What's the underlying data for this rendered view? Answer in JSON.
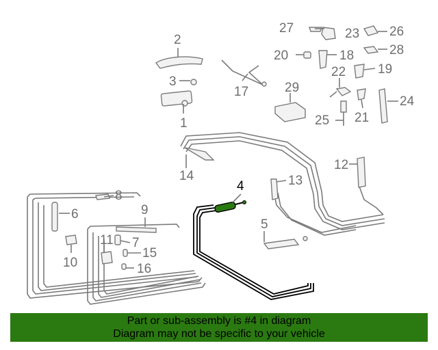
{
  "diagram": {
    "highlight_color": "#2b7a11",
    "line_color": "#7a7a7a",
    "callouts": [
      {
        "id": "c1",
        "text": "1"
      },
      {
        "id": "c2",
        "text": "2"
      },
      {
        "id": "c3",
        "text": "3"
      },
      {
        "id": "c4",
        "text": "4",
        "highlighted": true
      },
      {
        "id": "c5",
        "text": "5"
      },
      {
        "id": "c6",
        "text": "6"
      },
      {
        "id": "c7",
        "text": "7"
      },
      {
        "id": "c8",
        "text": "8"
      },
      {
        "id": "c9",
        "text": "9"
      },
      {
        "id": "c10",
        "text": "10"
      },
      {
        "id": "c11",
        "text": "11"
      },
      {
        "id": "c12",
        "text": "12"
      },
      {
        "id": "c13",
        "text": "13"
      },
      {
        "id": "c14",
        "text": "14"
      },
      {
        "id": "c15",
        "text": "15"
      },
      {
        "id": "c16",
        "text": "16"
      },
      {
        "id": "c17",
        "text": "17"
      },
      {
        "id": "c18",
        "text": "18"
      },
      {
        "id": "c19",
        "text": "19"
      },
      {
        "id": "c20",
        "text": "20"
      },
      {
        "id": "c21",
        "text": "21"
      },
      {
        "id": "c22",
        "text": "22"
      },
      {
        "id": "c23",
        "text": "23"
      },
      {
        "id": "c24",
        "text": "24"
      },
      {
        "id": "c25",
        "text": "25"
      },
      {
        "id": "c26",
        "text": "26"
      },
      {
        "id": "c27",
        "text": "27"
      },
      {
        "id": "c28",
        "text": "28"
      },
      {
        "id": "c29",
        "text": "29"
      }
    ]
  },
  "banner": {
    "background": "#2b7a11",
    "line1": "Part or sub-assembly is #4 in diagram",
    "line2": "Diagram may not be specific to your vehicle"
  }
}
